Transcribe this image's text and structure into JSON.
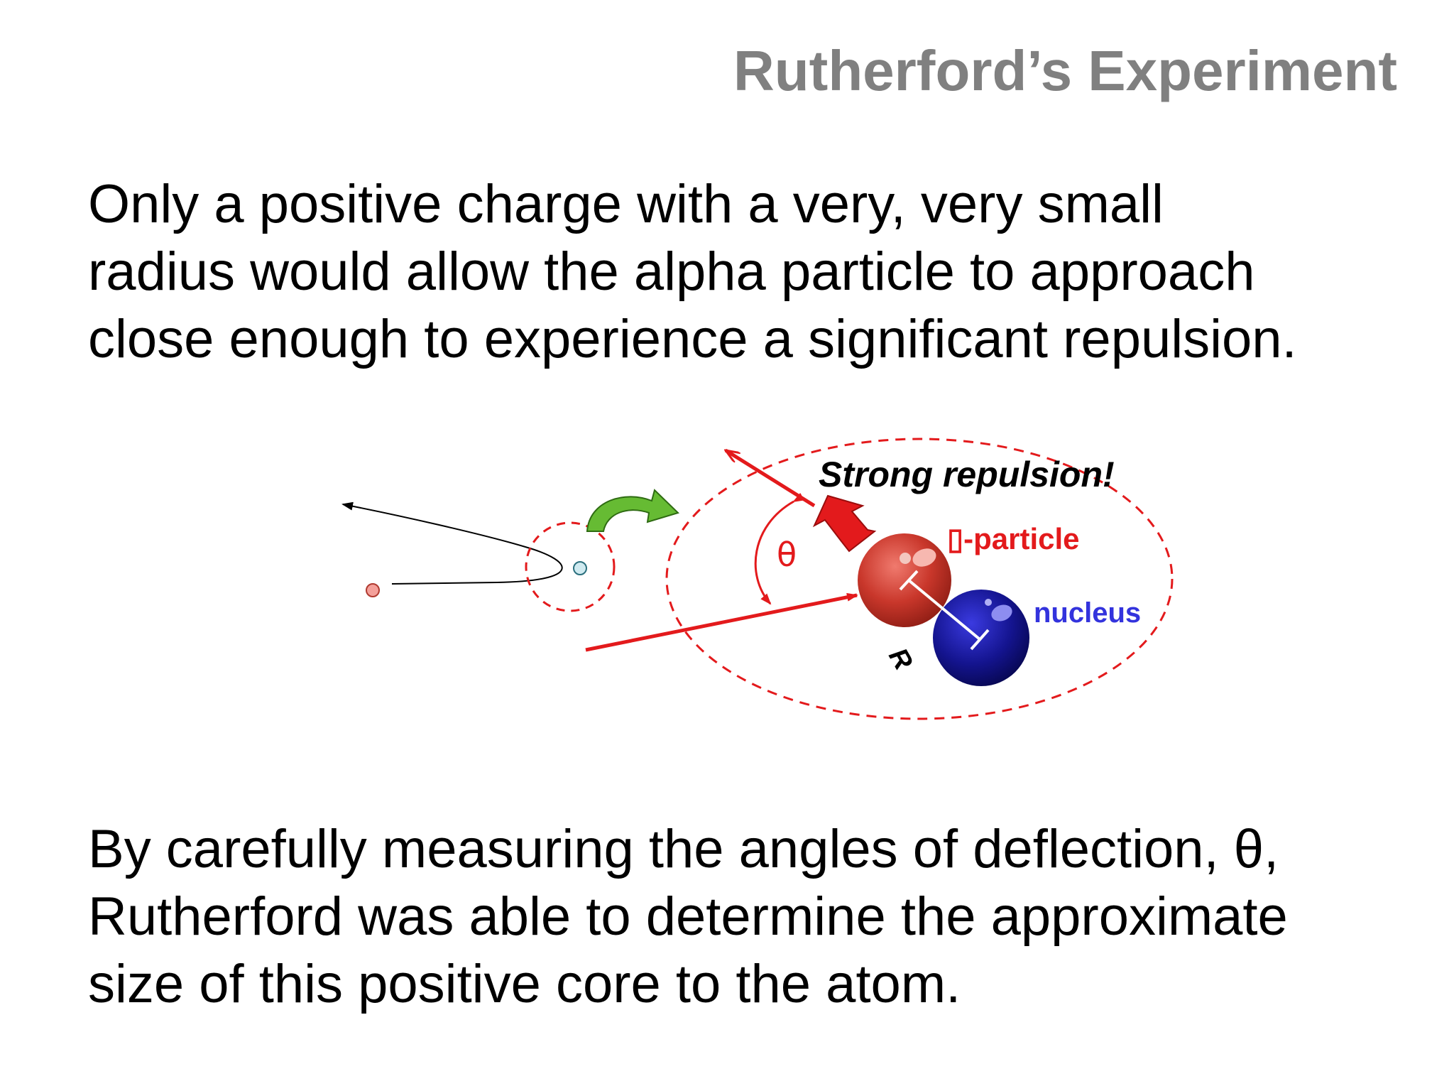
{
  "slide": {
    "title": "Rutherford’s Experiment",
    "paragraph_top": [
      "Only a positive charge with a very, very small",
      "radius would allow the alpha particle to approach",
      "close enough to experience a significant repulsion."
    ],
    "paragraph_bottom": [
      "By carefully measuring the angles of deflection, θ,",
      "Rutherford was able to determine the approximate",
      "size of this positive core to the atom."
    ]
  },
  "diagram": {
    "strong_repulsion_label": "Strong repulsion!",
    "alpha_particle_label": "-particle",
    "alpha_symbol_placeholder": "▯",
    "nucleus_label": "nucleus",
    "theta_label": "θ",
    "radius_label": "R",
    "colors": {
      "red": "#e31a1c",
      "nucleus_blue": "#1a1aa8",
      "nucleus_label_blue": "#3333dd",
      "alpha_red": "#c0392b",
      "green_arrow": "#66bb33",
      "small_alpha": "#f4a09a",
      "small_nucleus": "#cfeaf0"
    }
  }
}
